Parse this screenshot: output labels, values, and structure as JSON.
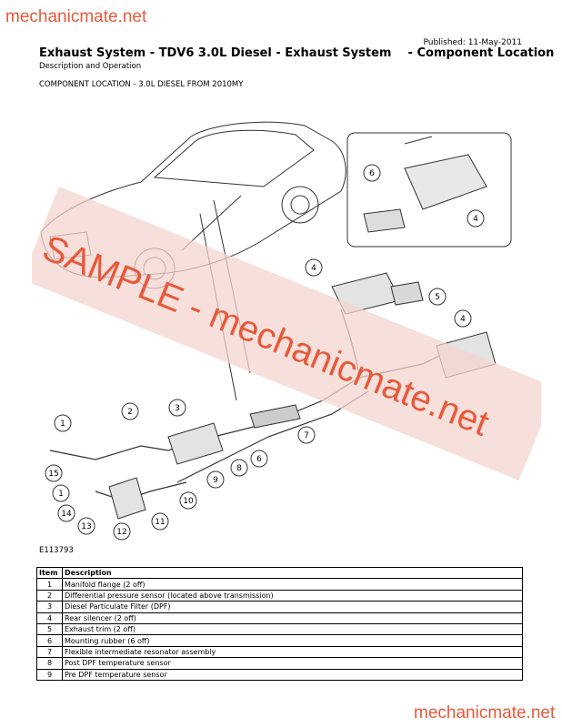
{
  "watermarks": {
    "top": "mechanicmate.net",
    "bottom": "mechanicmate.net",
    "diagonal": "SAMPLE - mechanicmate.net"
  },
  "header": {
    "published": "Published: 11-May-2011",
    "title": "Exhaust System - TDV6 3.0L Diesel - Exhaust System    - Component Location",
    "subtitle": "Description and Operation",
    "location": "COMPONENT LOCATION - 3.0L DIESEL FROM 2010MY"
  },
  "figure": {
    "callouts": [
      "1",
      "2",
      "3",
      "4",
      "5",
      "6",
      "7",
      "8",
      "9",
      "10",
      "11",
      "12",
      "13",
      "14",
      "15"
    ],
    "reference": "E113793"
  },
  "table": {
    "headers": [
      "Item",
      "Description"
    ],
    "rows": [
      {
        "item": "1",
        "description": "Manifold flange (2 off)"
      },
      {
        "item": "2",
        "description": "Differential pressure sensor (located above transmission)"
      },
      {
        "item": "3",
        "description": "Diesel Particulate Filter (DPF)"
      },
      {
        "item": "4",
        "description": "Rear silencer (2 off)"
      },
      {
        "item": "5",
        "description": "Exhaust trim (2 off)"
      },
      {
        "item": "6",
        "description": "Mounting rubber (6 off)"
      },
      {
        "item": "7",
        "description": "Flexible intermediate resonator assembly"
      },
      {
        "item": "8",
        "description": "Post DPF temperature sensor"
      },
      {
        "item": "9",
        "description": "Pre DPF temperature sensor"
      }
    ]
  },
  "colors": {
    "watermark": "#e8593a",
    "sample_band": "#f4d6cf"
  }
}
